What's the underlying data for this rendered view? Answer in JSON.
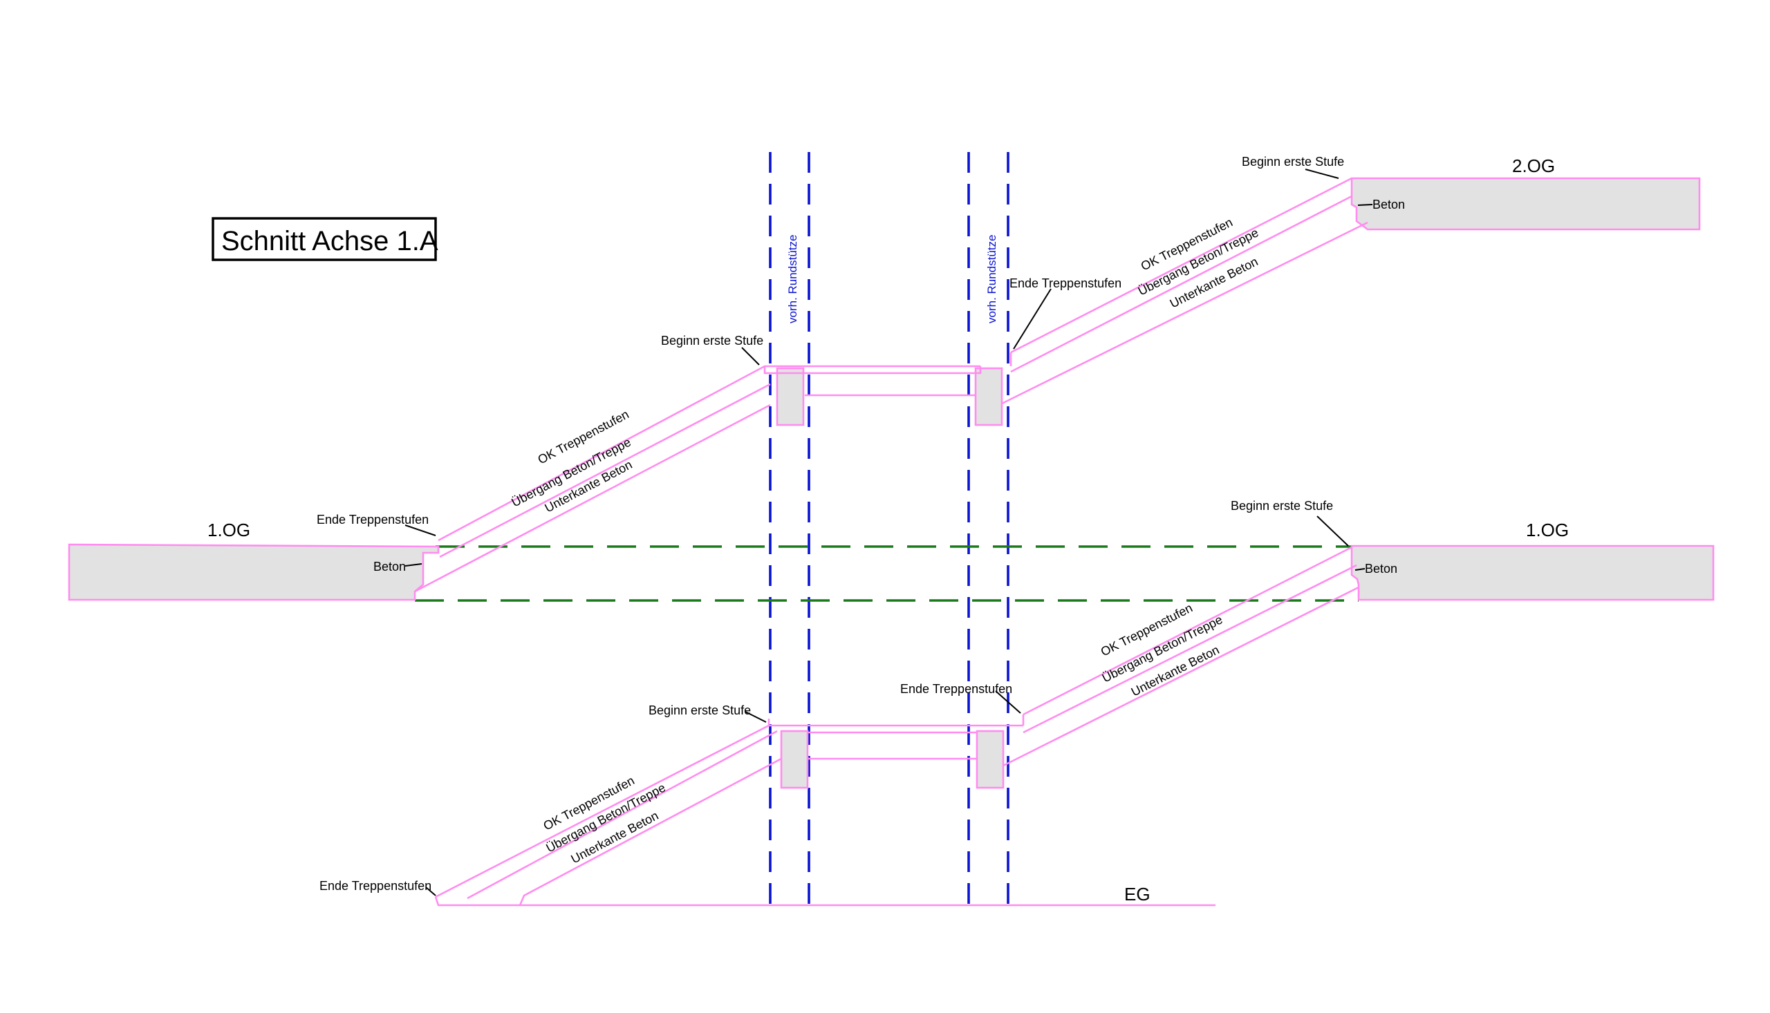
{
  "title": "Schnitt Achse 1.A",
  "levels": {
    "og2": "2.OG",
    "og1_left": "1.OG",
    "og1_right": "1.OG",
    "eg": "EG"
  },
  "annotations": {
    "beginn_erste_stufe": "Beginn erste Stufe",
    "ende_treppenstufen": "Ende Treppenstufen",
    "beton": "Beton",
    "ok_treppenstufen": "OK Treppenstufen",
    "uebergang": "Übergang Beton/Treppe",
    "unterkante": "Unterkante Beton"
  },
  "columns": {
    "label": "vorh. Rundstütze"
  },
  "colors": {
    "outline": "#ff8cf0",
    "slab_fill": "#e2e2e2",
    "column_axis": "#0a14d2",
    "level_line": "#1b7a1b",
    "text": "#000000"
  }
}
